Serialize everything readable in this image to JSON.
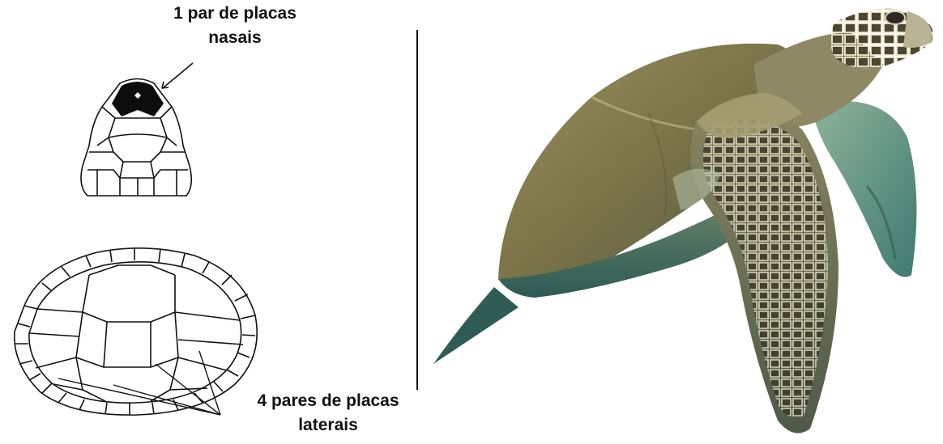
{
  "labels": {
    "nasal": {
      "line1": "1 par de placas",
      "line2": "nasais"
    },
    "lateral": {
      "line1": "4 pares de placas",
      "line2": "laterais"
    }
  },
  "colors": {
    "ink": "#111111",
    "nasal_fill": "#0d0d0d",
    "shell_dark": "#5b5a3a",
    "shell_mid": "#8a8358",
    "flipper": "#6d6a4e",
    "skin_light": "#c8c6a8",
    "teal": "#4f8f87"
  }
}
